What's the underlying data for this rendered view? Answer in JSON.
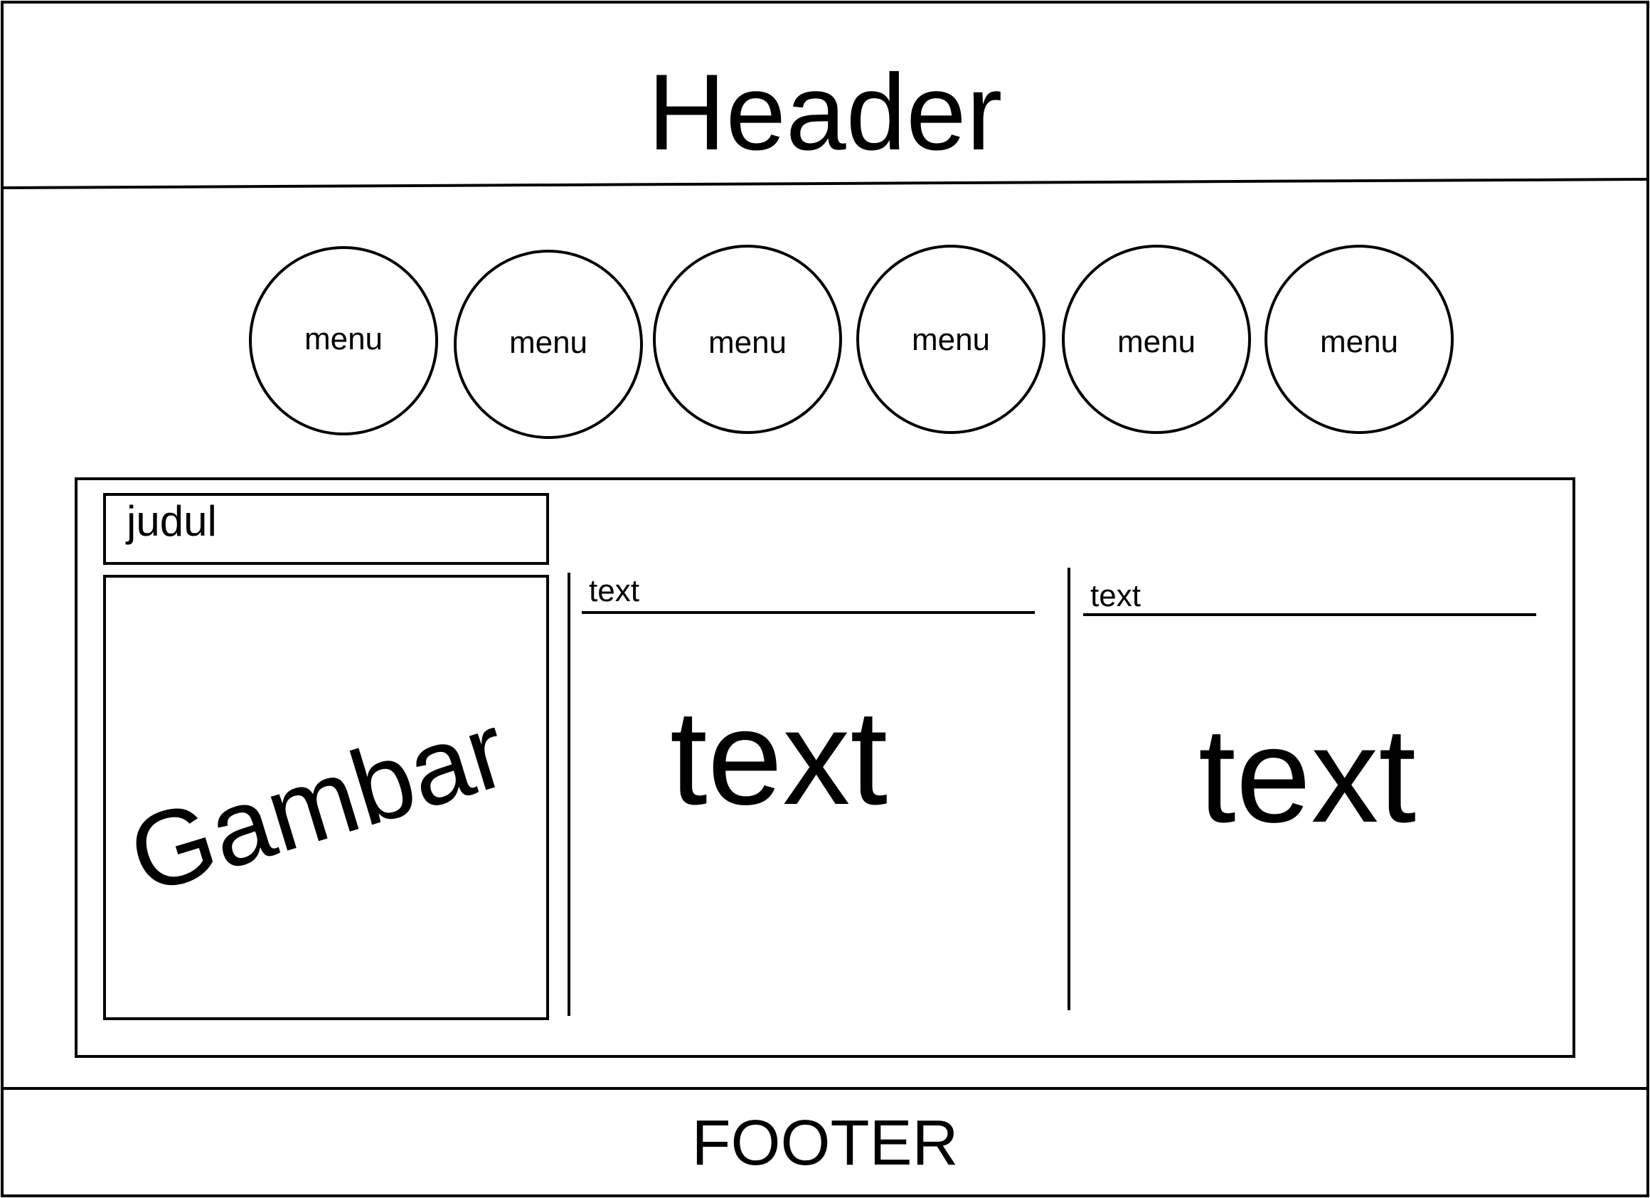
{
  "header": {
    "label": "Header"
  },
  "menu": {
    "items": [
      {
        "label": "menu"
      },
      {
        "label": "menu"
      },
      {
        "label": "menu"
      },
      {
        "label": "menu"
      },
      {
        "label": "menu"
      },
      {
        "label": "menu"
      }
    ]
  },
  "content": {
    "title": "judul",
    "image_label": "Gambar",
    "columns": [
      {
        "heading": "text",
        "body": "text"
      },
      {
        "heading": "text",
        "body": "text"
      }
    ]
  },
  "footer": {
    "label": "FOOTER"
  },
  "colors": {
    "stroke": "#000000",
    "background": "#ffffff"
  }
}
